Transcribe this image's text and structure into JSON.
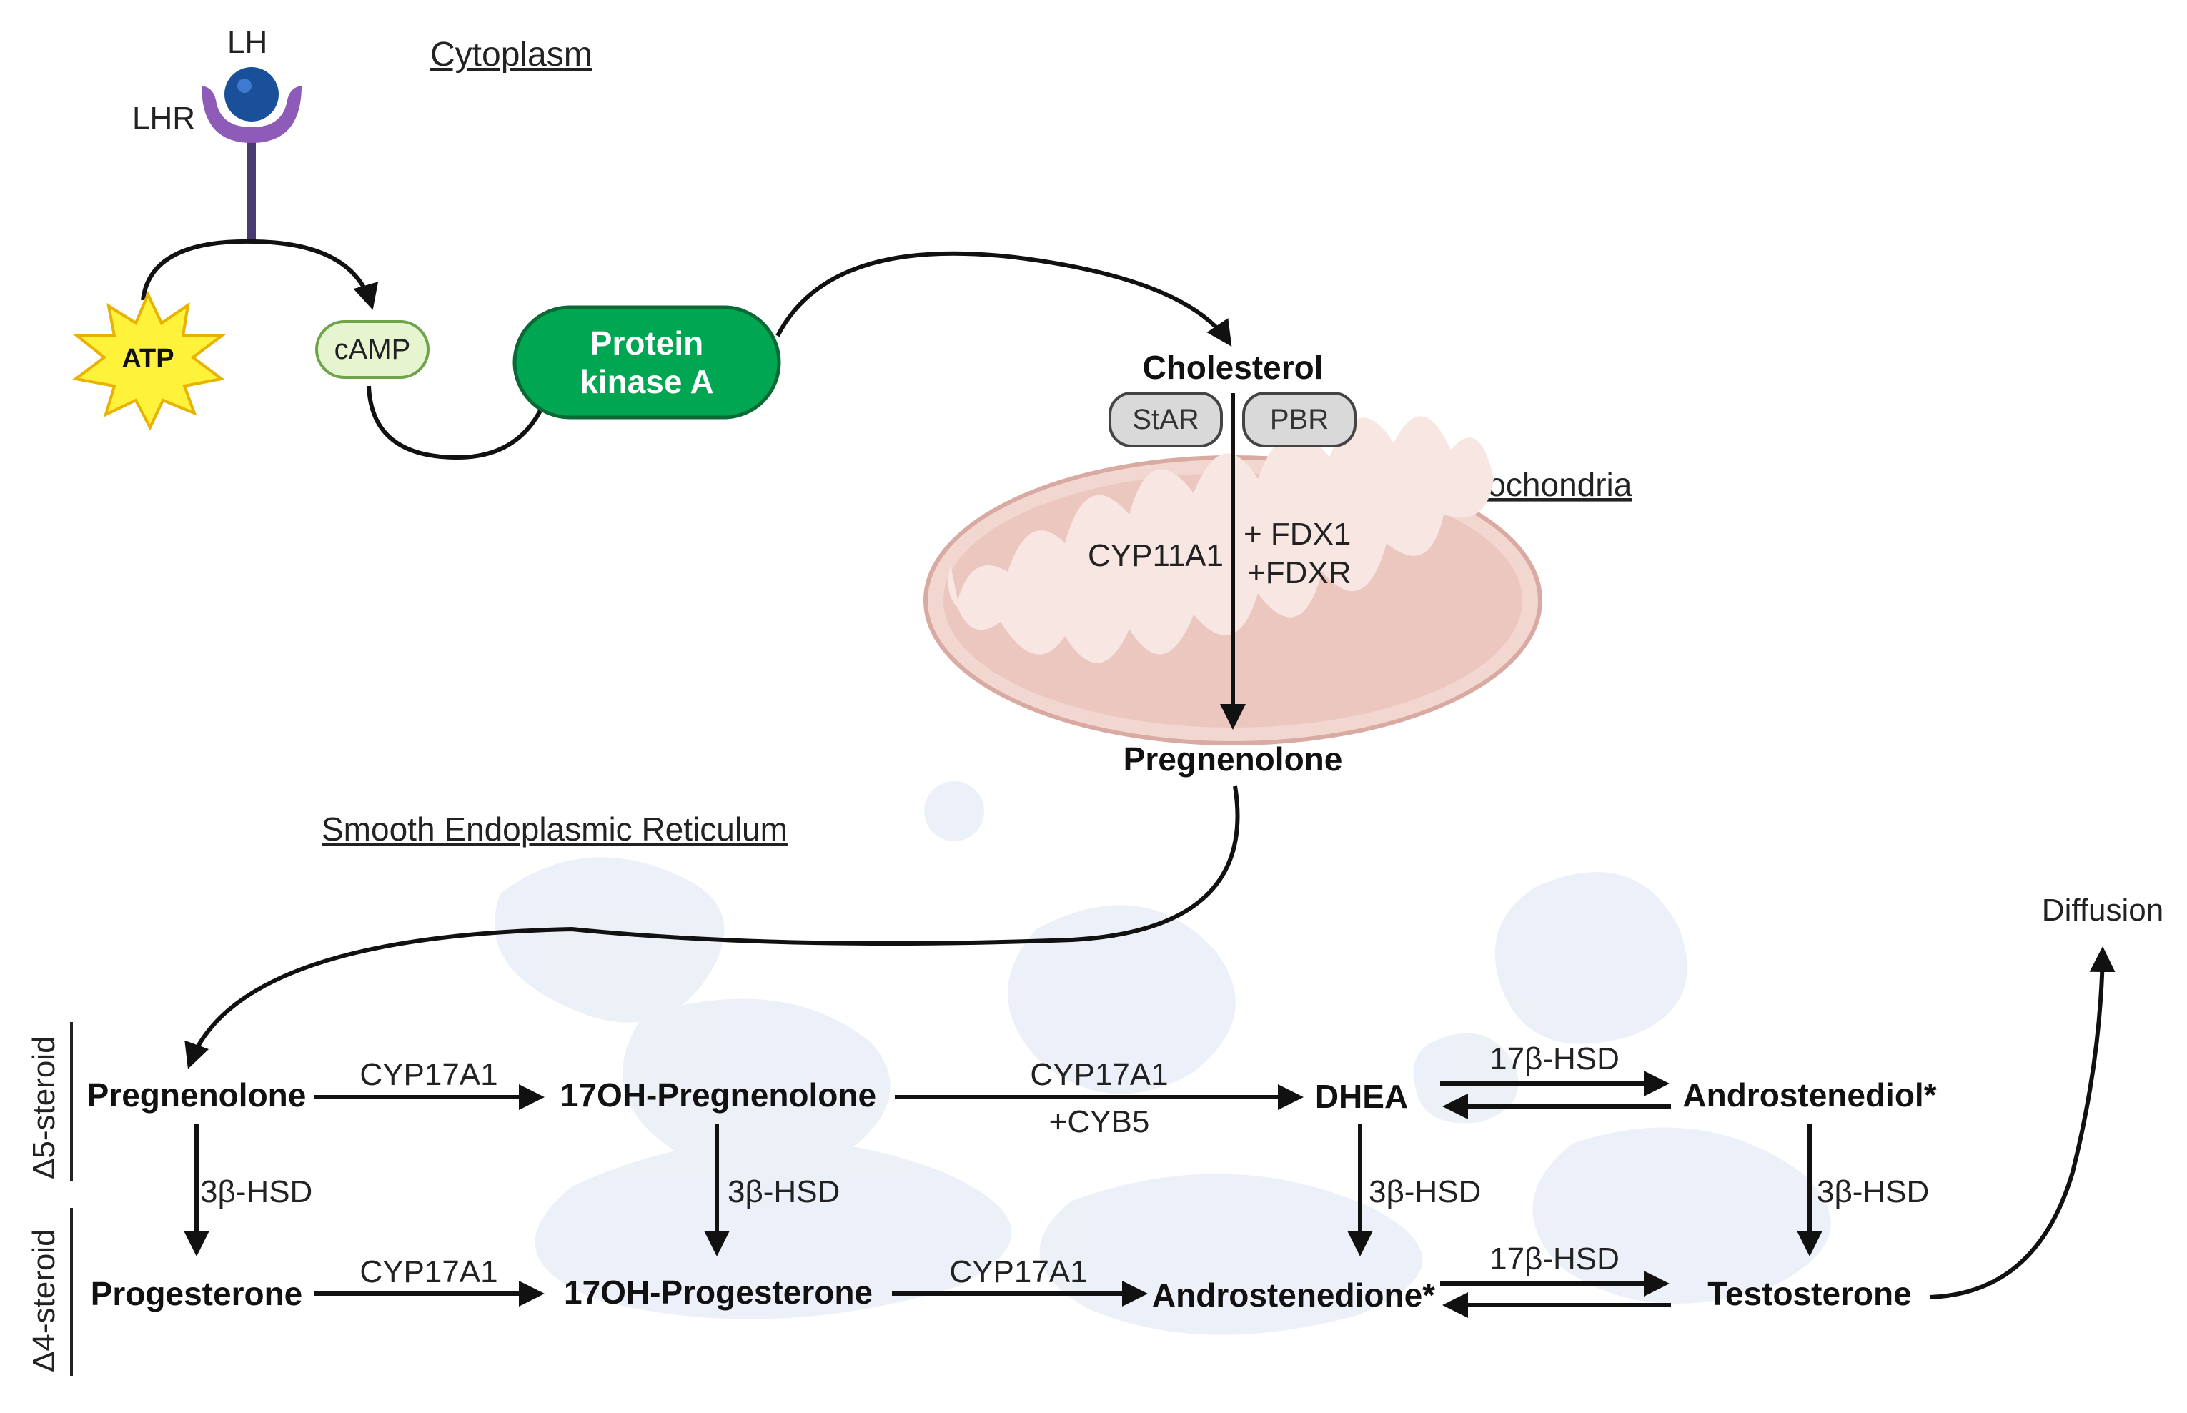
{
  "regions": {
    "cytoplasm": "Cytoplasm",
    "mitochondria": "Mitochondria",
    "ser": "Smooth Endoplasmic Reticulum"
  },
  "receptor": {
    "ligand": "LH",
    "receptor": "LHR"
  },
  "signaling": {
    "atp": "ATP",
    "camp": "cAMP",
    "pka_line1": "Protein",
    "pka_line2": "kinase A"
  },
  "mito": {
    "cholesterol": "Cholesterol",
    "star": "StAR",
    "pbr": "PBR",
    "enzyme": "CYP11A1",
    "cofactor1": "+ FDX1",
    "cofactor2": "+FDXR",
    "product": "Pregnenolone"
  },
  "pathway": {
    "delta5_label": "Δ5-steroid",
    "delta4_label": "Δ4-steroid",
    "pregnenolone": "Pregnenolone",
    "oh_pregnenolone": "17OH-Pregnenolone",
    "dhea": "DHEA",
    "androstenediol": "Androstenediol*",
    "progesterone": "Progesterone",
    "oh_progesterone": "17OH-Progesterone",
    "androstenedione": "Androstenedione*",
    "testosterone": "Testosterone",
    "diffusion": "Diffusion"
  },
  "enzymes": {
    "cyp17a1_1": "CYP17A1",
    "cyp17a1_2": "CYP17A1",
    "cyb5": "+CYB5",
    "hsd17_top": "17β-HSD",
    "cyp17a1_3": "CYP17A1",
    "cyp17a1_4": "CYP17A1",
    "hsd17_bottom": "17β-HSD",
    "hsd3_1": "3β-HSD",
    "hsd3_2": "3β-HSD",
    "hsd3_3": "3β-HSD",
    "hsd3_4": "3β-HSD"
  },
  "colors": {
    "pka_fill": "#00a651",
    "receptor": "#8e5bb8",
    "ligand": "#1a4f9a",
    "atp_star": "#fff23a",
    "camp_fill": "#e6f5d0",
    "mito_fill": "#f2d6d0",
    "er_watermark": "#e8eef7"
  }
}
